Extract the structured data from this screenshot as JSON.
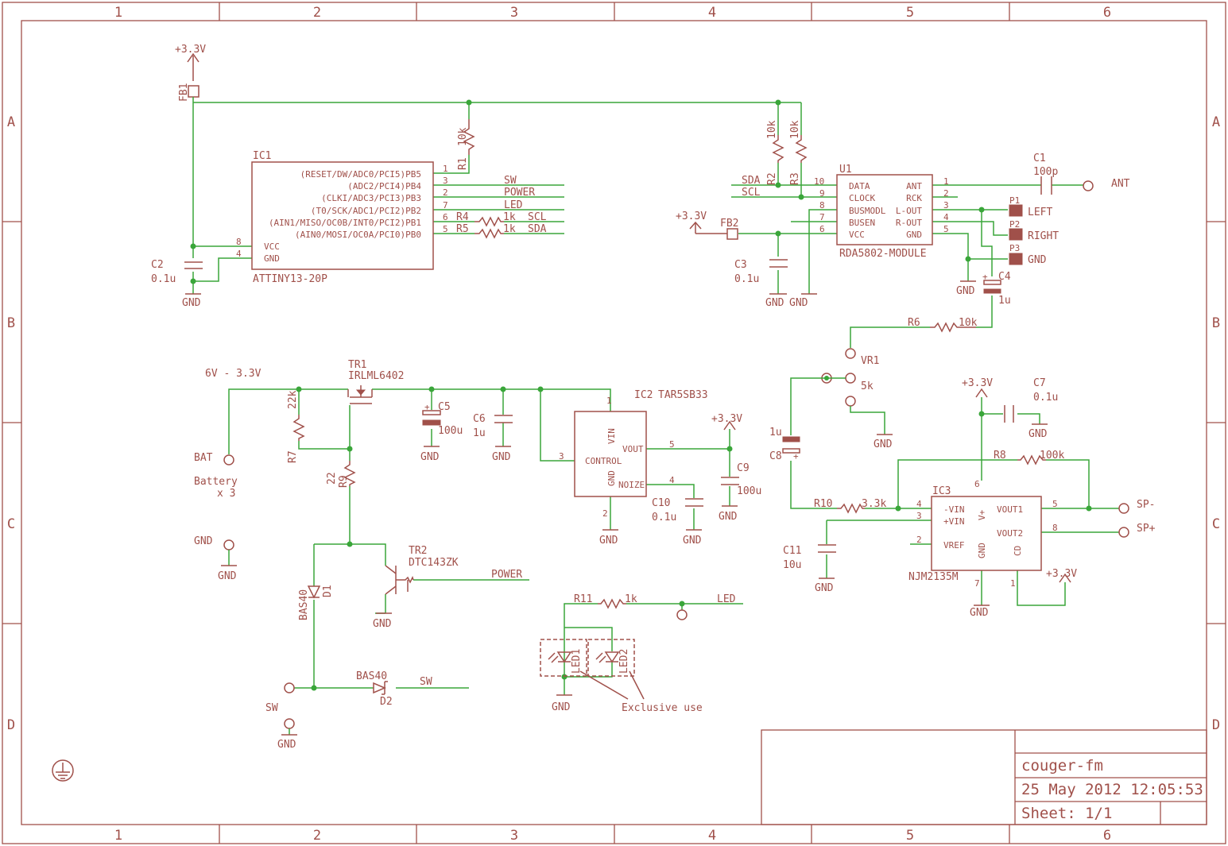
{
  "frame": {
    "columns": [
      "1",
      "2",
      "3",
      "4",
      "5",
      "6"
    ],
    "rows": [
      "A",
      "B",
      "C",
      "D"
    ]
  },
  "title_block": {
    "project": "couger-fm",
    "datetime": "25 May 2012 12:05:53",
    "sheet": "Sheet: 1/1"
  },
  "labels": {
    "plus33": "+3.3V",
    "gnd": "GND",
    "fb1": "FB1",
    "fb2": "FB2",
    "ic1_name": "IC1",
    "ic1_value": "ATTINY13-20P",
    "ic1_pb5": "(RESET/DW/ADC0/PCI5)PB5",
    "ic1_pb4": "(ADC2/PCI4)PB4",
    "ic1_pb3": "(CLKI/ADC3/PCI3)PB3",
    "ic1_pb2": "(T0/SCK/ADC1/PCI2)PB2",
    "ic1_pb1": "(AIN1/MISO/OC0B/INT0/PCI2)PB1",
    "ic1_pb0": "(AIN0/MOSI/OC0A/PCI0)PB0",
    "vcc": "VCC",
    "c2": "C2",
    "c2v": "0.1u",
    "r1": "R1",
    "r1v": "10k",
    "r4": "R4",
    "r4v": "1k",
    "r5": "R5",
    "r5v": "1k",
    "net_sw": "SW",
    "net_power": "POWER",
    "net_led": "LED",
    "net_scl": "SCL",
    "net_sda": "SDA",
    "u1_name": "U1",
    "u1_value": "RDA5802-MODULE",
    "u1_data": "DATA",
    "u1_clock": "CLOCK",
    "u1_busmodl": "BUSMODL",
    "u1_busen": "BUSEN",
    "u1_vcc": "VCC",
    "u1_ant": "ANT",
    "u1_rck": "RCK",
    "u1_lout": "L-OUT",
    "u1_rout": "R-OUT",
    "u1_gnd": "GND",
    "r2": "R2",
    "r2v": "10k",
    "r3": "R3",
    "r3v": "10k",
    "c1": "C1",
    "c1v": "100p",
    "ant": "ANT",
    "p1": "P1",
    "p2": "P2",
    "p3": "P3",
    "left": "LEFT",
    "right": "RIGHT",
    "c3": "C3",
    "c3v": "0.1u",
    "c4": "C4",
    "c4v": "1u",
    "r6": "R6",
    "r6v": "10k",
    "vr1": "VR1",
    "vr1v": "5k",
    "bat_range": "6V - 3.3V",
    "tr1": "TR1",
    "tr1v": "IRLML6402",
    "r7": "R7",
    "r7v": "22k",
    "c5": "C5",
    "c5v": "100u",
    "c6": "C6",
    "c6v": "1u",
    "ic2_name": "IC2",
    "ic2_value": "TAR5SB33",
    "ic2_vin": "VIN",
    "ic2_vout": "VOUT",
    "ic2_control": "CONTROL",
    "ic2_gnd": "GND",
    "ic2_noize": "NOIZE",
    "c9": "C9",
    "c9v": "100u",
    "c10": "C10",
    "c10v": "0.1u",
    "bat": "BAT",
    "battery": "Battery",
    "battery_x3": "x 3",
    "r9": "R9",
    "r9v": "22",
    "tr2": "TR2",
    "tr2v": "DTC143ZK",
    "d1": "D1",
    "d1v": "BAS40",
    "d2": "D2",
    "d2v": "BAS40",
    "r11": "R11",
    "r11v": "1k",
    "led1": "LED1",
    "led2": "LED2",
    "exclusive": "Exclusive use",
    "c8": "C8",
    "c8v": "1u",
    "c7": "C7",
    "c7v": "0.1u",
    "r8": "R8",
    "r8v": "100k",
    "r10": "R10",
    "r10v": "3.3k",
    "ic3_name": "IC3",
    "ic3_value": "NJM2135M",
    "ic3_minvin": "-VIN",
    "ic3_plusvin": "+VIN",
    "ic3_vref": "VREF",
    "ic3_vplus": "V+",
    "ic3_gnd": "GND",
    "ic3_cd": "CD",
    "ic3_vout1": "VOUT1",
    "ic3_vout2": "VOUT2",
    "c11": "C11",
    "c11v": "10u",
    "spm": "SP-",
    "spp": "SP+",
    "pin1": "1",
    "pin2": "2",
    "pin3": "3",
    "pin4": "4",
    "pin5": "5",
    "pin6": "6",
    "pin7": "7",
    "pin8": "8",
    "pin9": "9",
    "pin10": "10"
  },
  "colors": {
    "part": "#a0504a",
    "wire": "#3aa63a"
  }
}
